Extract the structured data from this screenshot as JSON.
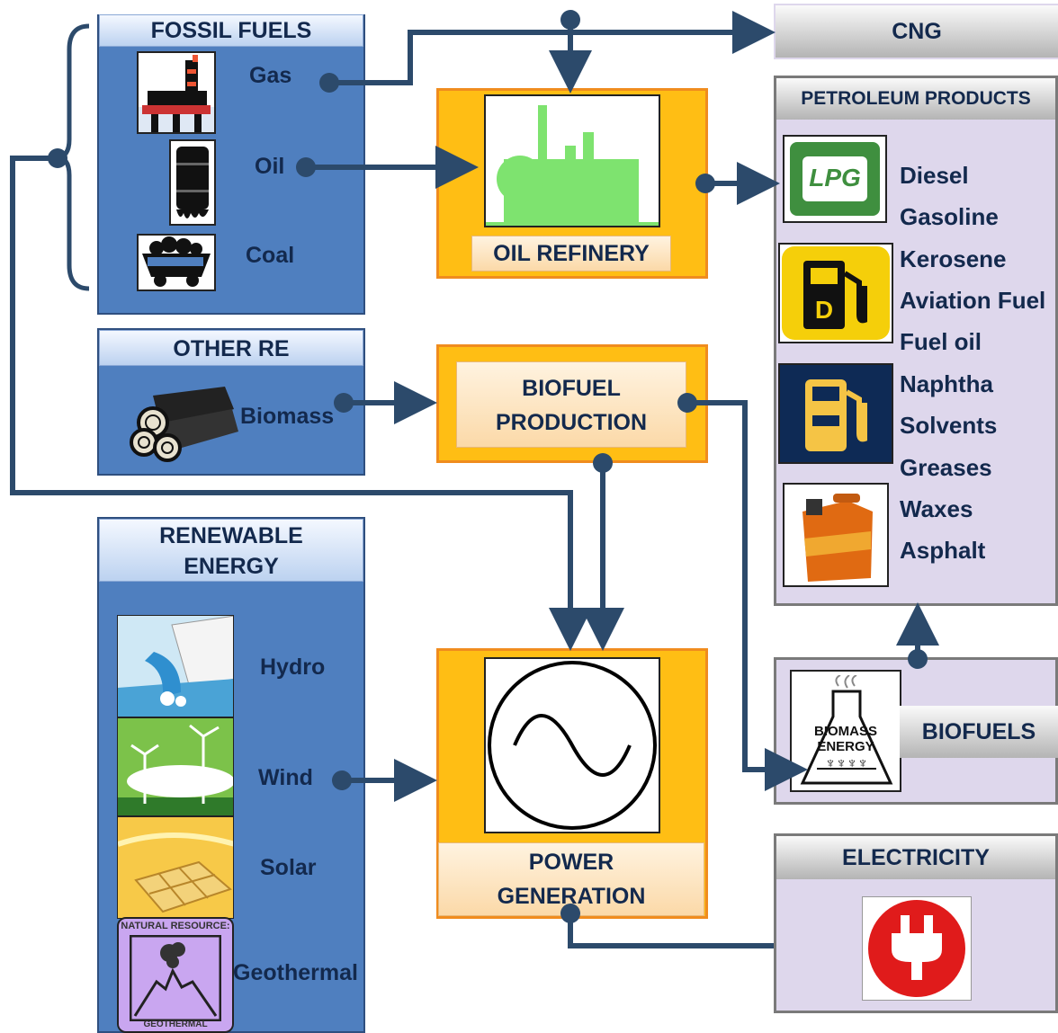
{
  "fossil": {
    "title": "FOSSIL FUELS",
    "gas": "Gas",
    "oil": "Oil",
    "coal": "Coal"
  },
  "other_re": {
    "title": "OTHER RE",
    "biomass": "Biomass"
  },
  "renewable": {
    "title_line1": "RENEWABLE",
    "title_line2": "ENERGY",
    "hydro": "Hydro",
    "wind": "Wind",
    "solar": "Solar",
    "geothermal": "Geothermal",
    "geo_top_text": "NATURAL RESOURCE:",
    "geo_bottom_text": "GEOTHERMAL"
  },
  "refinery": {
    "label": "OIL REFINERY"
  },
  "biofuel": {
    "line1": "BIOFUEL",
    "line2": "PRODUCTION"
  },
  "power": {
    "line1": "POWER",
    "line2": "GENERATION"
  },
  "cng": {
    "label": "CNG"
  },
  "petroleum": {
    "title": "PETROLEUM PRODUCTS",
    "lpg_text": "LPG",
    "products": [
      "Diesel",
      "Gasoline",
      "Kerosene",
      "Aviation Fuel",
      "Fuel oil",
      "Naphtha",
      "Solvents",
      "Greases",
      "Waxes",
      "Asphalt"
    ]
  },
  "biofuels": {
    "label": "BIOFUELS",
    "icon_line1": "BIOMASS",
    "icon_line2": "ENERGY"
  },
  "electricity": {
    "label": "ELECTRICITY"
  },
  "colors": {
    "panel_blue": "#4f7fbf",
    "connector": "#2c4a6b",
    "orange": "#ffbe14",
    "lavender": "#ded7ec"
  }
}
